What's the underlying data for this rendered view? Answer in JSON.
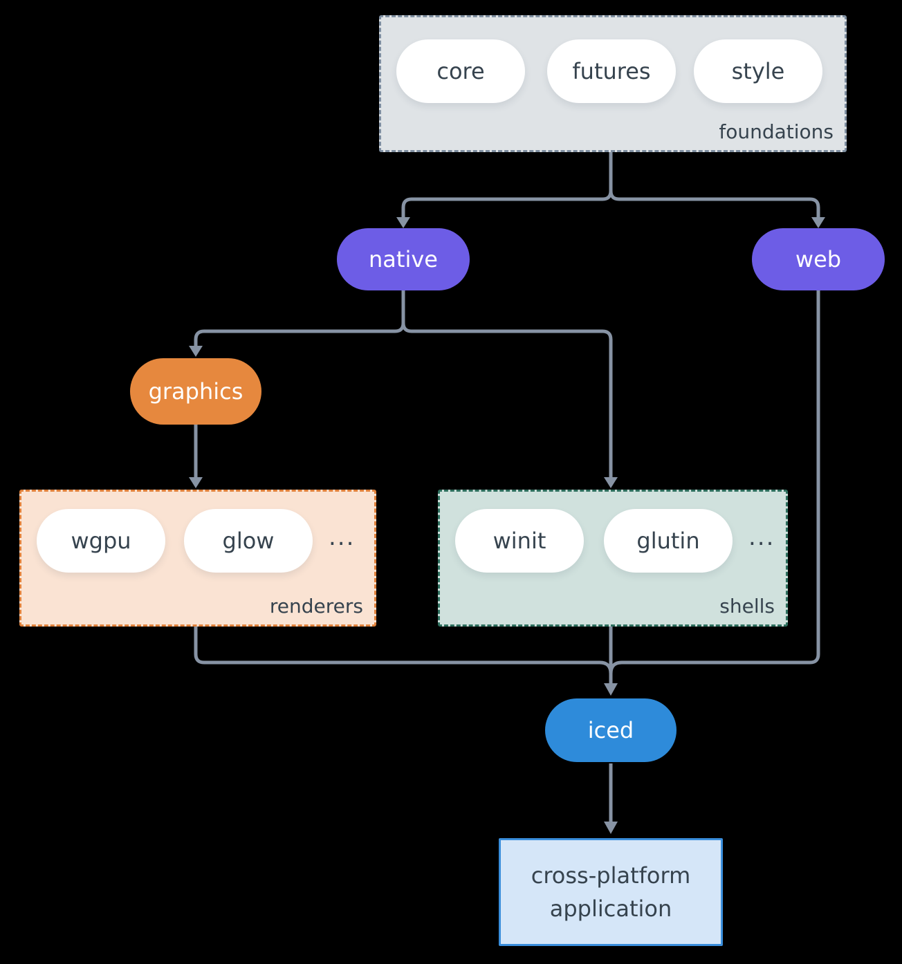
{
  "colors": {
    "background": "#000000",
    "line": "#8793a4",
    "text_dark": "#36434e",
    "pill_white_bg": "#ffffff",
    "purple": "#6d5de6",
    "orange": "#e6883e",
    "blue": "#2e8bda",
    "foundations_bg": "#dfe3e6",
    "foundations_border": "#7e8ea0",
    "renderers_bg": "#fae3d3",
    "renderers_border": "#e0813b",
    "shells_bg": "#d0e1dd",
    "shells_border": "#2e6f5e",
    "app_bg": "#d5e6f8",
    "app_border": "#3a8edc"
  },
  "groups": {
    "foundations": {
      "label": "foundations",
      "items": [
        "core",
        "futures",
        "style"
      ]
    },
    "renderers": {
      "label": "renderers",
      "items": [
        "wgpu",
        "glow"
      ],
      "more": "..."
    },
    "shells": {
      "label": "shells",
      "items": [
        "winit",
        "glutin"
      ],
      "more": "..."
    }
  },
  "nodes": {
    "native": "native",
    "web": "web",
    "graphics": "graphics",
    "iced": "iced",
    "application": "cross-platform application"
  }
}
